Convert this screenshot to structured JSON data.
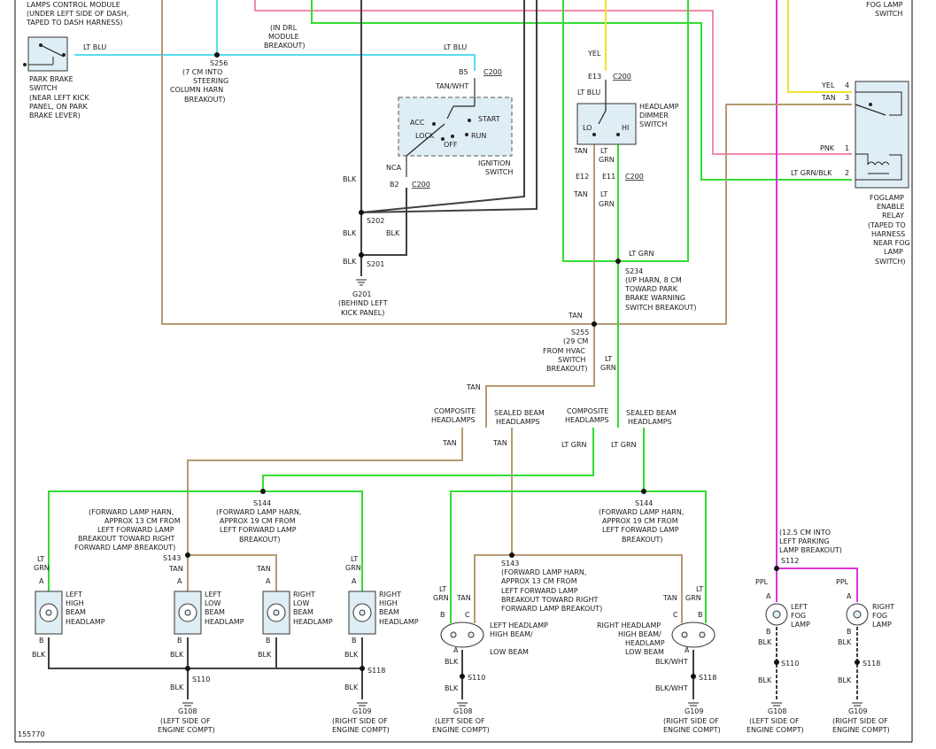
{
  "header": {
    "top_left_note": [
      "LAMPS CONTROL MODULE",
      "(UNDER LEFT SIDE OF DASH,",
      "TAPED TO DASH HARNESS)"
    ],
    "drl_note": [
      "(IN DRL",
      "MODULE",
      "BREAKOUT)"
    ],
    "fog_switch_note": [
      "FOG LAMP",
      "SWITCH"
    ]
  },
  "wire_colors": {
    "lt_blu": "#55ddf0",
    "lt_grn": "#33dd33",
    "tan": "#b59a72",
    "pink": "#f28aa8",
    "yel": "#f2e22e",
    "ppl": "#dd33dd",
    "blk": "#404040",
    "frame": "#333333"
  },
  "wire_labels": {
    "lt_blu": "LT BLU",
    "tan": "TAN",
    "tan_wht": "TAN/WHT",
    "yel": "YEL",
    "pnk": "PNK",
    "lt_grn_blk": "LT GRN/BLK",
    "blk": "BLK",
    "nca": "NCA",
    "lt": "LT",
    "grn": "GRN",
    "lt_grn": "LT GRN",
    "ppl": "PPL",
    "blk_wht": "BLK/WHT"
  },
  "connectors": {
    "b5": "B5",
    "c200": "C200",
    "b2": "B2",
    "e13": "E13",
    "e12": "E12",
    "e11": "E11",
    "pin_4": "4",
    "pin_3": "3",
    "pin_1": "1",
    "pin_2": "2"
  },
  "splices": {
    "s256": "S256",
    "s256_note": [
      "(7 CM INTO",
      "STEERING",
      "COLUMN HARN",
      "BREAKOUT)"
    ],
    "s202": "S202",
    "s201": "S201",
    "s234": "S234",
    "s234_note": [
      "(I/P HARN, 8 CM",
      "TOWARD PARK",
      "BRAKE WARNING",
      "SWITCH BREAKOUT)"
    ],
    "s255": "S255",
    "s255_note": [
      "(29 CM",
      "FROM HVAC",
      "SWITCH",
      "BREAKOUT)"
    ],
    "s144": "S144",
    "s144_note": [
      "(FORWARD LAMP HARN,",
      "APPROX 19 CM FROM",
      "LEFT FORWARD LAMP",
      "BREAKOUT)"
    ],
    "s143": "S143",
    "s143_note": [
      "(FORWARD LAMP HARN,",
      "APPROX 13 CM FROM",
      "LEFT FORWARD LAMP",
      "BREAKOUT TOWARD RIGHT",
      "FORWARD LAMP BREAKOUT)"
    ],
    "s112": "S112",
    "s112_note": [
      "(12.5 CM INTO",
      "LEFT PARKING",
      "LAMP BREAKOUT)"
    ],
    "s110": "S110",
    "s118": "S118"
  },
  "grounds": {
    "g201": "G201",
    "g201_note": [
      "(BEHIND LEFT",
      "KICK PANEL)"
    ],
    "g108": "G108",
    "g108_note": [
      "(LEFT SIDE OF",
      "ENGINE COMPT)"
    ],
    "g109": "G109",
    "g109_note": [
      "(RIGHT SIDE OF",
      "ENGINE COMPT)"
    ]
  },
  "components": {
    "park_brake": [
      "PARK BRAKE",
      "SWITCH",
      "(NEAR LEFT KICK",
      "PANEL, ON PARK",
      "BRAKE LEVER)"
    ],
    "ignition": {
      "title": [
        "IGNITION",
        "SWITCH"
      ],
      "acc": "ACC",
      "lock": "LOCK",
      "off": "OFF",
      "run": "RUN",
      "start": "START"
    },
    "dimmer": {
      "title": [
        "HEADLAMP",
        "DIMMER",
        "SWITCH"
      ],
      "lo": "LO",
      "hi": "HI"
    },
    "relay": [
      "FOGLAMP",
      "ENABLE",
      "RELAY",
      "(TAPED TO",
      "HARNESS",
      "NEAR FOG",
      "LAMP",
      "SWITCH)"
    ],
    "composite": [
      "COMPOSITE",
      "HEADLAMPS"
    ],
    "sealed": [
      "SEALED BEAM",
      "HEADLAMPS"
    ],
    "left_high": [
      "LEFT",
      "HIGH",
      "BEAM",
      "HEADLAMP"
    ],
    "left_low": [
      "LEFT",
      "LOW",
      "BEAM",
      "HEADLAMP"
    ],
    "right_low": [
      "RIGHT",
      "LOW",
      "BEAM",
      "HEADLAMP"
    ],
    "right_high": [
      "RIGHT",
      "HIGH",
      "BEAM",
      "HEADLAMP"
    ],
    "left_sealed": [
      "LEFT HEADLAMP",
      "HIGH BEAM/",
      "LOW BEAM"
    ],
    "right_sealed": [
      "RIGHT HEADLAMP",
      "HIGH BEAM/",
      "HEADLAMP",
      "LOW BEAM"
    ],
    "left_fog": [
      "LEFT",
      "FOG",
      "LAMP"
    ],
    "right_fog": [
      "RIGHT",
      "FOG",
      "LAMP"
    ],
    "pin_a": "A",
    "pin_b": "B",
    "pin_c": "C"
  },
  "figure_id": "155770"
}
